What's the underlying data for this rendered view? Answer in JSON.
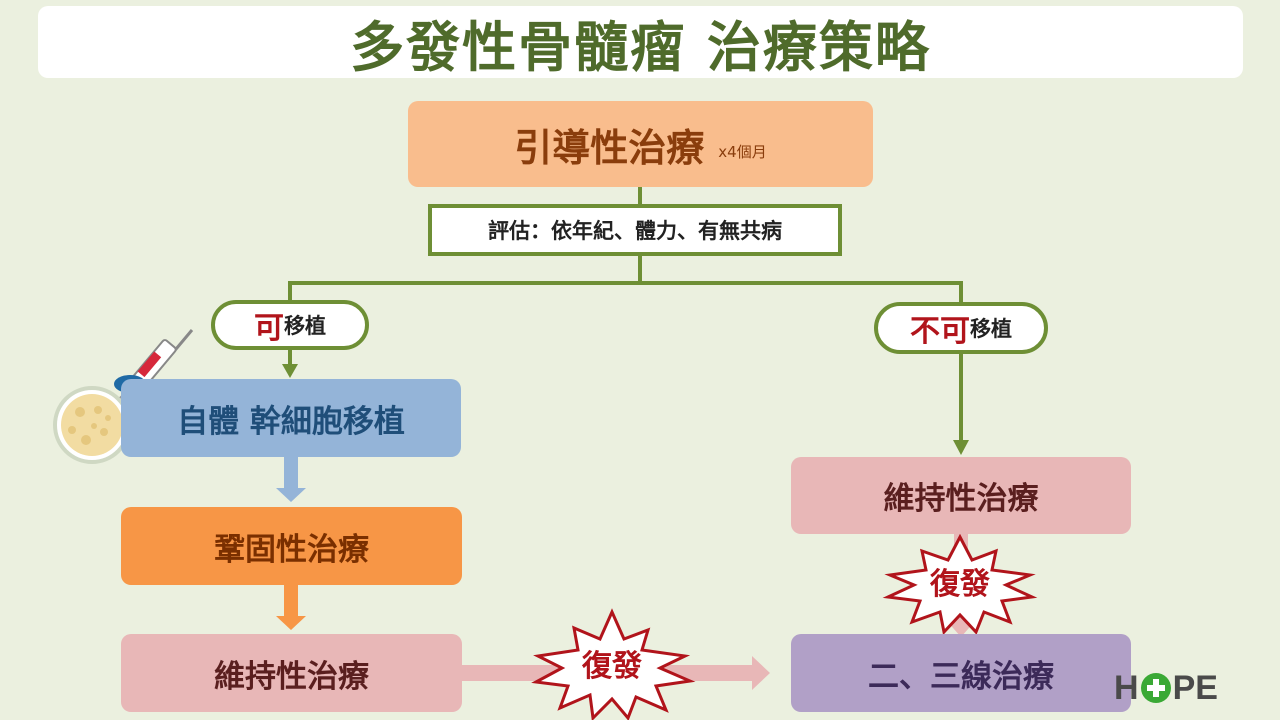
{
  "title": "多發性骨髓瘤 治療策略",
  "induction": {
    "label": "引導性治療",
    "duration": "x4個月"
  },
  "assessment": "評估：依年紀、體力、有無共病",
  "transplant_yes": {
    "mark": "可",
    "suffix": "移植"
  },
  "transplant_no": {
    "mark": "不可",
    "suffix": "移植"
  },
  "asct": "自體 幹細胞移植",
  "consolidation": "鞏固性治療",
  "maintenance_left": "維持性治療",
  "maintenance_right": "維持性治療",
  "second_line": "二、三線治療",
  "relapse_left": "復發",
  "relapse_right": "復發",
  "logo": {
    "pre": "H",
    "post": "PE"
  },
  "colors": {
    "line_green": "#6e8f35",
    "asct_arrow": "#94b4d8",
    "consol_arrow": "#f79646",
    "maint_arrow": "#e8b7b7",
    "burst_red": "#b1141b"
  }
}
